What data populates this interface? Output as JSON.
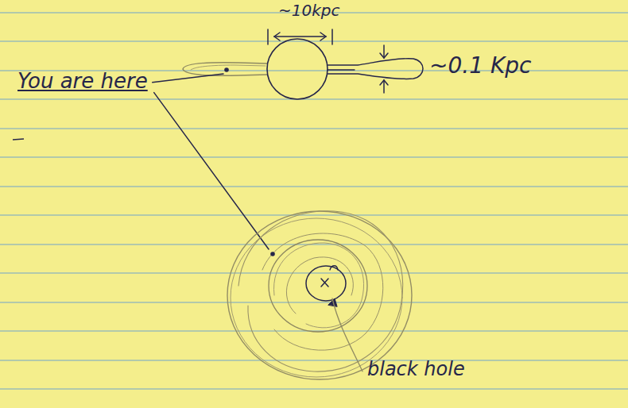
{
  "diagram": {
    "labels": [
      "~10kpc",
      "~0.1 Kpc",
      "You are here",
      "black hole"
    ]
  }
}
